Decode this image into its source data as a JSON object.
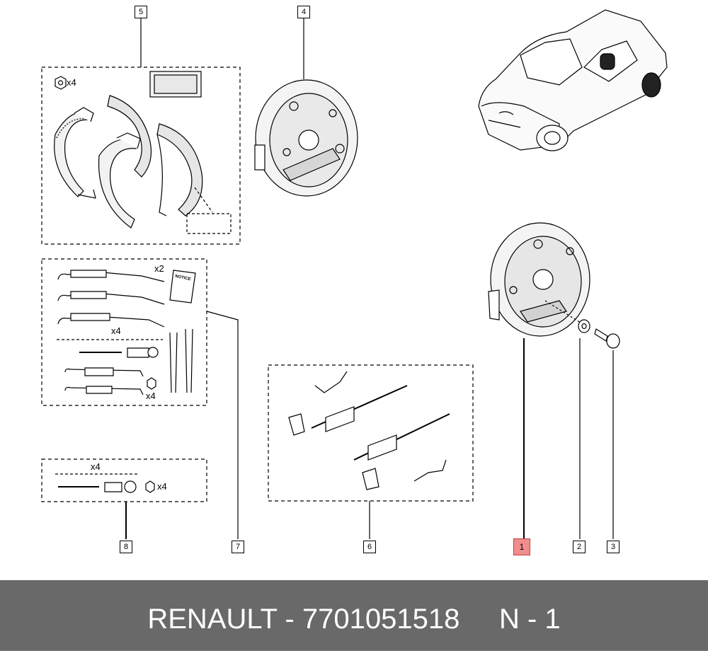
{
  "callouts": {
    "c1": "1",
    "c2": "2",
    "c3": "3",
    "c4": "4",
    "c5": "5",
    "c6": "6",
    "c7": "7",
    "c8": "8"
  },
  "quantities": {
    "kit5_nut": "x4",
    "kit7_spring_pair": "x2",
    "kit7_pins": "x4",
    "kit7_cups": "x4",
    "kit8_pins": "x4",
    "kit8_nut": "x4"
  },
  "notice_label": "NOTICE",
  "footer": {
    "text": "RENAULT - 7701051518     N - 1"
  },
  "colors": {
    "highlight": "#f08d8d",
    "footer_bg": "#696969",
    "footer_text": "#ffffff"
  }
}
